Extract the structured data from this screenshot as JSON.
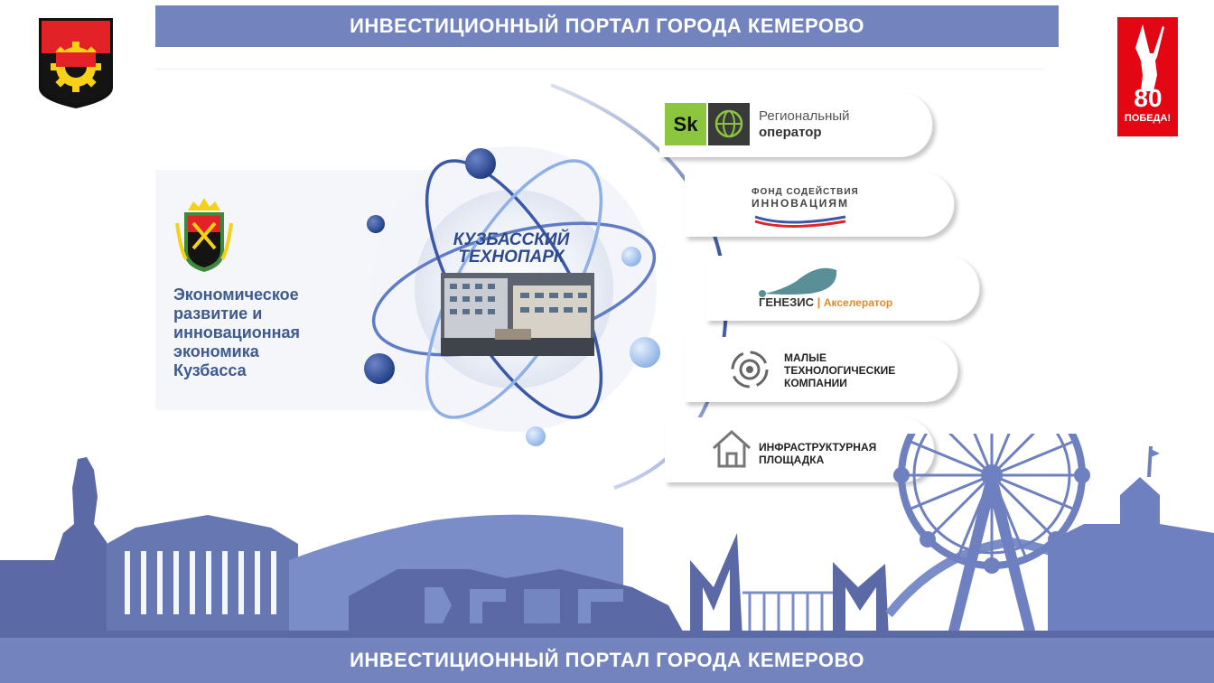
{
  "header": {
    "title": "ИНВЕСТИЦИОННЫЙ ПОРТАЛ ГОРОДА КЕМЕРОВО"
  },
  "footer": {
    "title": "ИНВЕСТИЦИОННЫЙ ПОРТАЛ ГОРОДА КЕМЕРОВО"
  },
  "victory_badge": {
    "number": "80",
    "text": "ПОБЕДА!"
  },
  "left_panel": {
    "lines": [
      "Экономическое",
      "развитие и",
      "инновационная",
      "экономика",
      "Кузбасса"
    ]
  },
  "center": {
    "title_line1": "КУЗБАССКИЙ",
    "title_line2": "ТЕХНОПАРК"
  },
  "partners": {
    "skolkovo": {
      "logo": "Sk",
      "line1": "Региональный",
      "line2": "оператор"
    },
    "fund": {
      "line1": "ФОНД СОДЕЙСТВИЯ",
      "line2": "ИННОВАЦИЯМ"
    },
    "genesis": {
      "name": "ГЕНЕЗИС",
      "suffix": "Акселератор"
    },
    "small_tech": {
      "line1": "МАЛЫЕ",
      "line2": "ТЕХНОЛОГИЧЕСКИЕ",
      "line3": "КОМПАНИИ"
    },
    "infra": {
      "line1": "ИНФРАСТРУКТУРНАЯ",
      "line2": "ПЛОЩАДКА"
    }
  },
  "colors": {
    "bar": "#7283bd",
    "navy": "#2e4a8e",
    "skyline_dark": "#5b6aa6",
    "skyline_light": "#7b8dc8",
    "sk_green": "#8cc63f",
    "coat_red": "#e32228",
    "coat_yellow": "#f7d117"
  }
}
